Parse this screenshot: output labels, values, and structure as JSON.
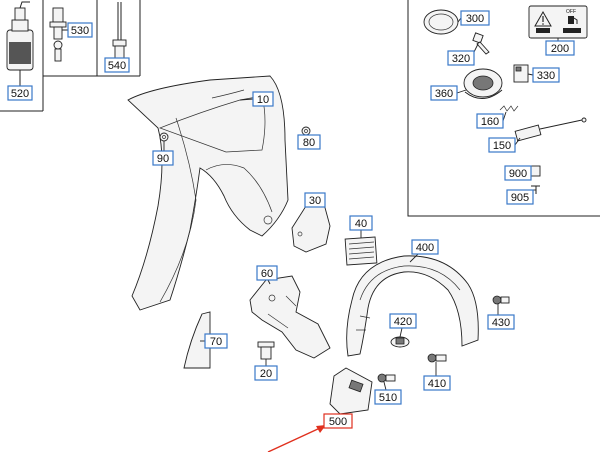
{
  "colors": {
    "label_border": "#3a78c9",
    "highlight_border": "#e0301e",
    "arrow": "#e0301e",
    "line": "#222222"
  },
  "icons": {
    "warning_label": "warning-triangle-icon",
    "fuel_label": "fuel-pump-icon"
  },
  "warning_panel": {
    "off_text": "OFF"
  },
  "parts": [
    {
      "id": "p520",
      "label": "520"
    },
    {
      "id": "p530",
      "label": "530"
    },
    {
      "id": "p540",
      "label": "540"
    },
    {
      "id": "p10",
      "label": "10"
    },
    {
      "id": "p90",
      "label": "90"
    },
    {
      "id": "p80",
      "label": "80"
    },
    {
      "id": "p30",
      "label": "30"
    },
    {
      "id": "p40",
      "label": "40"
    },
    {
      "id": "p400",
      "label": "400"
    },
    {
      "id": "p60",
      "label": "60"
    },
    {
      "id": "p70",
      "label": "70"
    },
    {
      "id": "p20",
      "label": "20"
    },
    {
      "id": "p420",
      "label": "420"
    },
    {
      "id": "p430",
      "label": "430"
    },
    {
      "id": "p410",
      "label": "410"
    },
    {
      "id": "p510",
      "label": "510"
    },
    {
      "id": "p500",
      "label": "500",
      "highlighted": true
    },
    {
      "id": "p300",
      "label": "300"
    },
    {
      "id": "p200",
      "label": "200"
    },
    {
      "id": "p320",
      "label": "320"
    },
    {
      "id": "p330",
      "label": "330"
    },
    {
      "id": "p360",
      "label": "360"
    },
    {
      "id": "p160",
      "label": "160"
    },
    {
      "id": "p150",
      "label": "150"
    },
    {
      "id": "p900",
      "label": "900"
    },
    {
      "id": "p905",
      "label": "905"
    }
  ]
}
